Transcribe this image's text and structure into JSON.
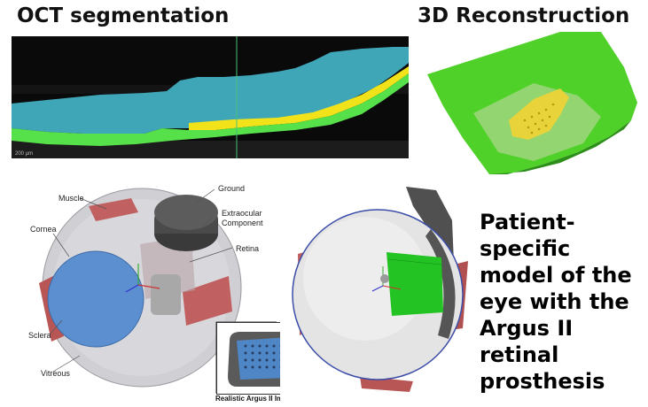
{
  "titles": {
    "oct": "OCT segmentation",
    "recon": "3D Reconstruction"
  },
  "oct_panel": {
    "scale_label": "200 μm"
  },
  "eye_diagram": {
    "labels": {
      "muscle": "Muscle",
      "ground": "Ground",
      "extraocular": "Extraocular",
      "component": "Component",
      "cornea": "Cornea",
      "retina": "Retina",
      "sclera": "Sclera",
      "vitreous": "Vitreous"
    },
    "implant_caption": "Realistic Argus II Implant"
  },
  "description": {
    "lines": [
      "Patient-",
      "specific",
      "model of the",
      "eye with the",
      "Argus II",
      "retinal",
      "prosthesis"
    ]
  },
  "colors": {
    "oct_background": "#0a0a0a",
    "retina_cyan": "#3fa6b8",
    "layer_green": "#56e04a",
    "layer_yellow": "#f2e21a",
    "recon_green": "#4fd12a",
    "muscle_red": "#c06060",
    "cornea_blue": "#5b8fcf",
    "implant_green": "#22c322"
  }
}
